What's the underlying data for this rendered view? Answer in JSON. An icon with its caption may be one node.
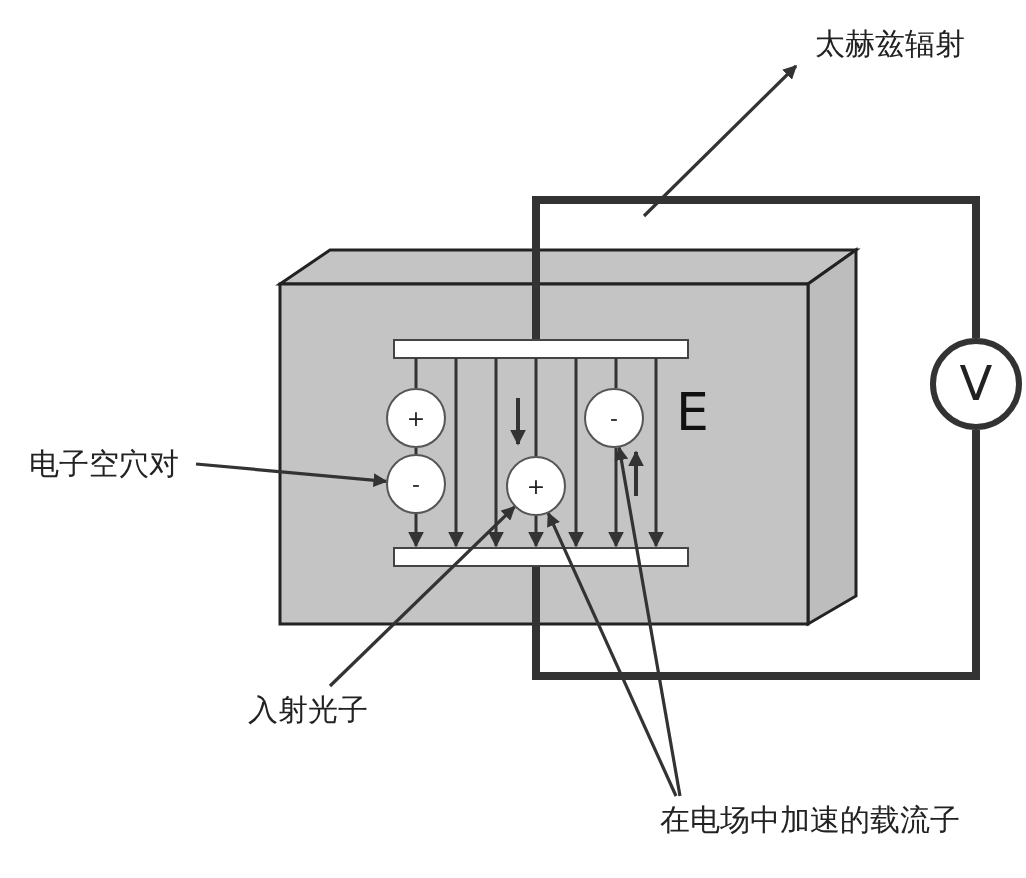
{
  "diagram": {
    "nodes": [
      {
        "text": [
          "太赫兹辐射"
        ]
      },
      {
        "text": [
          "电子空穴对"
        ]
      },
      {
        "text": [
          "+"
        ]
      },
      {
        "text": [
          "-"
        ]
      },
      {
        "text": [
          "-"
        ]
      },
      {
        "text": [
          "+"
        ]
      },
      {
        "text": [
          "V"
        ]
      },
      {
        "text": [
          "入射光子"
        ]
      },
      {
        "text": [
          "在电场中加速的载流子"
        ]
      }
    ],
    "edges": [
      {
        "from": null,
        "to": 0,
        "arrow": "to"
      },
      {
        "from": 1,
        "to": 3,
        "arrow": "to"
      },
      {
        "from": 7,
        "to": 5,
        "arrow": "to"
      },
      {
        "from": 8,
        "to": 5,
        "arrow": "to"
      },
      {
        "from": 8,
        "to": 4,
        "arrow": "to"
      }
    ],
    "labels": [
      "E"
    ]
  }
}
